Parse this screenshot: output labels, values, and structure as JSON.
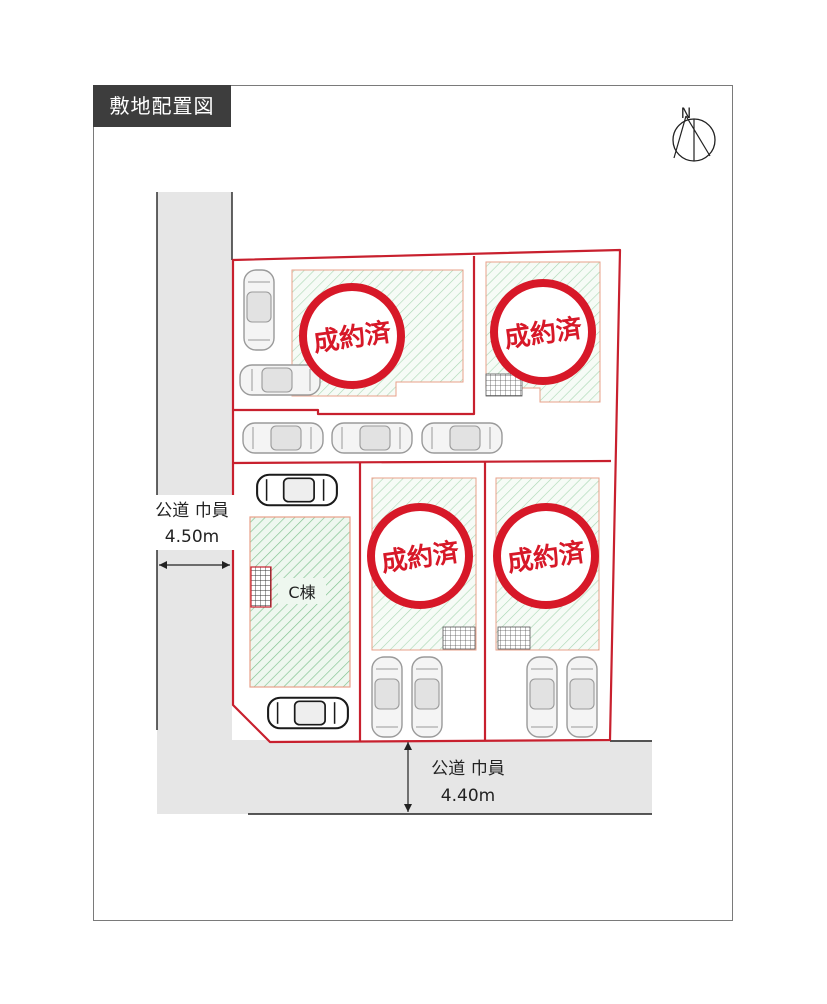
{
  "title": "敷地配置図",
  "compass": {
    "north_label": "N"
  },
  "roads": {
    "west": {
      "label": "公道 巾員",
      "width": "4.50m"
    },
    "south": {
      "label": "公道 巾員",
      "width": "4.40m"
    }
  },
  "lots": [
    {
      "id": "lot-a",
      "status": "成約済"
    },
    {
      "id": "lot-b",
      "status": "成約済"
    },
    {
      "id": "lot-c",
      "building": "C棟"
    },
    {
      "id": "lot-d",
      "status": "成約済"
    },
    {
      "id": "lot-e",
      "status": "成約済"
    }
  ],
  "colors": {
    "lot_border": "#c8202e",
    "stamp": "#d71828",
    "road": "#e6e6e6",
    "hatch": "#6dbb80",
    "building_outline": "#e8a08a"
  }
}
